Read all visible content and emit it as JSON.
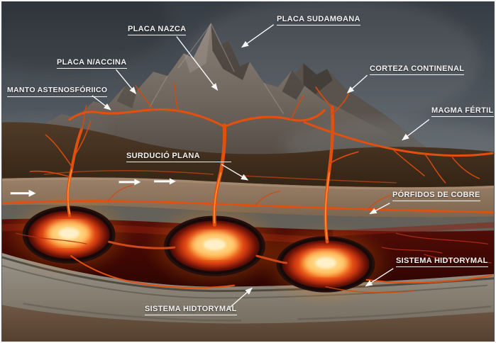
{
  "labels": {
    "placa_nazca": "PLACA NAZCA",
    "placa_sudamericana": "PLACA SUDAMΘANA",
    "placa_oceanica": "PLACA N/ACCINA",
    "manto_astenosferico": "MANTO ASTENOSFÓRIICO",
    "corteza_continental": "CORTEZA CONTINENAL",
    "magma_fertil": "MAGMA FÉRTIL",
    "subduccion_plana": "SURDUCIÓ PLANA",
    "porfidos_de_cobre": "PÓRFIDOS DE COBRE",
    "sistema_hidrotermal_1": "SISTEMA HIDTORYMAL",
    "sistema_hidrotermal_2": "SISTEMA HIDTORYMAL"
  },
  "plate_motion_arrows": {
    "count": 3,
    "direction": "right",
    "color": "#ffffff"
  },
  "colors": {
    "sky_top": "#363c43",
    "sky_bottom": "#6a7077",
    "mountain_rock": "#6e655d",
    "crust_dark_brown": "#44311f",
    "oceanic_plate_tan": "#8e7560",
    "slab_grey": "#63615a",
    "magma_band_dark_red": "#4a0a05",
    "magma_core_glow": "#ffe9b4",
    "magma_mid_glow": "#ff8c1f",
    "vein_orange": "#e2500f",
    "basement_rock_grey": "#8f897d",
    "soil_brown": "#6b5342",
    "label_text": "#f2f2f2",
    "leader_line": "#ffffff"
  }
}
